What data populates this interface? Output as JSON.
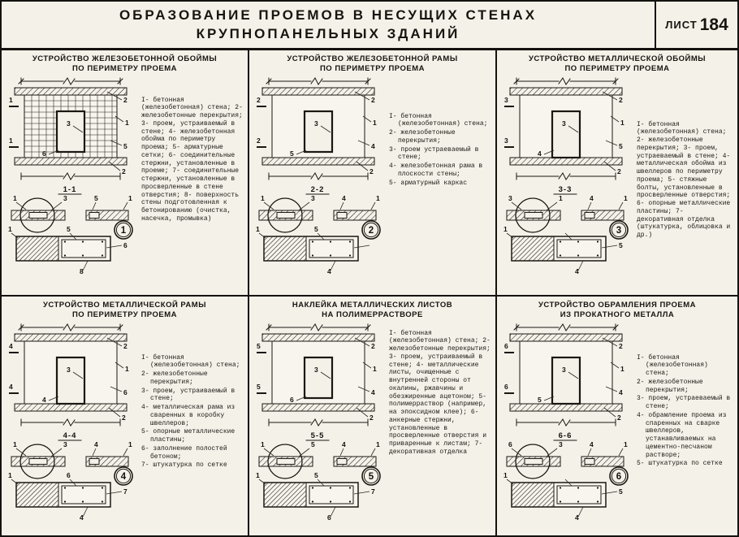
{
  "page": {
    "title_line1": "ОБРАЗОВАНИЕ ПРОЕМОВ В НЕСУЩИХ СТЕНАХ",
    "title_line2": "КРУПНОПАНЕЛЬНЫХ ЗДАНИЙ",
    "sheet_label": "ЛИСТ",
    "sheet_number": "184"
  },
  "panels": [
    {
      "number": "1",
      "title_line1": "УСТРОЙСТВО ЖЕЛЕЗОБЕТОННОЙ ОБОЙМЫ",
      "title_line2": "ПО ПЕРИМЕТРУ ПРОЕМА",
      "section_label": "1-1",
      "cut_label": "1",
      "legend_style": "flow",
      "legend_items": [
        "I- бетонная (железобетонная) стена;",
        "2- железобетонные перекрытия;",
        "3- проем, устраиваемый в стене;",
        "4- железобетонная обойма по периметру проема;",
        "5- арматурные сетки;",
        "6- соединительные стержни, установленные в проеме;",
        "7- соединительные стержни, установленные в просверленные в стене отверстия;",
        "8- поверхность стены подготовленная к бетонированию (очистка, насечка, промывка)"
      ],
      "elev_callouts": [
        "2",
        "1",
        "3",
        "5",
        "6",
        "2"
      ],
      "sect_callouts": [
        "1",
        "3",
        "5",
        "1",
        "1",
        "5",
        "6",
        "8"
      ]
    },
    {
      "number": "2",
      "title_line1": "УСТРОЙСТВО ЖЕЛЕЗОБЕТОННОЙ РАМЫ",
      "title_line2": "ПО ПЕРИМЕТРУ ПРОЕМА",
      "section_label": "2-2",
      "cut_label": "2",
      "legend_style": "list",
      "legend_items": [
        "I- бетонная (железобетонная) стена;",
        "2- железобетонные перекрытия;",
        "3- проем устраеваемый в стене;",
        "4- железобетонная рама в плоскости стены;",
        "5- арматурный каркас"
      ],
      "elev_callouts": [
        "2",
        "1",
        "3",
        "4",
        "5",
        "2"
      ],
      "sect_callouts": [
        "1",
        "3",
        "4",
        "1",
        "1",
        "5",
        "",
        "4"
      ]
    },
    {
      "number": "3",
      "title_line1": "УСТРОЙСТВО МЕТАЛЛИЧЕСКОЙ ОБОЙМЫ",
      "title_line2": "ПО ПЕРИМЕТРУ ПРОЕМА",
      "section_label": "3-3",
      "cut_label": "3",
      "legend_style": "flow",
      "legend_items": [
        "I- бетонная (железобетонная) стена;",
        "2- железобетонные перекрытия;",
        "3- проем, устраеваемый в стене;",
        "4- металлическая обойма из швеллеров по периметру проема;",
        "5- стяжные болты, установленные в просверленные отверстия;",
        "6- опорные металлические пластины;",
        "7- декоративная отделка (штукатурка, облицовка и др.)"
      ],
      "elev_callouts": [
        "2",
        "1",
        "3",
        "5",
        "4",
        "2"
      ],
      "sect_callouts": [
        "3",
        "1",
        "4",
        "1",
        "1",
        "",
        "5",
        "4"
      ]
    },
    {
      "number": "4",
      "title_line1": "УСТРОЙСТВО МЕТАЛЛИЧЕСКОЙ РАМЫ",
      "title_line2": "ПО ПЕРИМЕТРУ ПРОЕМА",
      "section_label": "4-4",
      "cut_label": "4",
      "legend_style": "list",
      "legend_items": [
        "I- бетонная (железобетонная) стена;",
        "2- железобетонные перекрытия;",
        "3- проем, устраиваемый в стене;",
        "4- металлическая рама из сваренных в коробку швеллеров;",
        "5- опорные металлические пластины;",
        "6- заполнение полостей бетоном;",
        "7- штукатурка по сетке"
      ],
      "elev_callouts": [
        "2",
        "1",
        "3",
        "6",
        "4",
        "2"
      ],
      "sect_callouts": [
        "1",
        "3",
        "4",
        "1",
        "1",
        "6",
        "7",
        "4"
      ]
    },
    {
      "number": "5",
      "title_line1": "НАКЛЕЙКА МЕТАЛЛИЧЕСКИХ ЛИСТОВ",
      "title_line2": "НА ПОЛИМЕРРАСТВОРЕ",
      "section_label": "5-5",
      "cut_label": "5",
      "legend_style": "flow",
      "legend_items": [
        "I- бетонная (железобетонная) стена;",
        "2- железобетонные перекрытия;",
        "3- проем, устраиваемый в стене;",
        "4- металлические листы, очищенные с внутренней стороны от окалины, ржавчины и обезжиренные ацетоном;",
        "5- полимерраствор (например, на эпоксидном клее);",
        "6- анкерные стержни, установленные в просверленные отверстия и приваренные к листам;",
        "7- декоративная отделка"
      ],
      "elev_callouts": [
        "2",
        "1",
        "3",
        "4",
        "6",
        "2"
      ],
      "sect_callouts": [
        "1",
        "5",
        "4",
        "1",
        "1",
        "5",
        "7",
        "6"
      ]
    },
    {
      "number": "6",
      "title_line1": "УСТРОЙСТВО ОБРАМЛЕНИЯ ПРОЕМА",
      "title_line2": "ИЗ ПРОКАТНОГО МЕТАЛЛА",
      "section_label": "6-6",
      "cut_label": "6",
      "legend_style": "list",
      "legend_items": [
        "I- бетонная (железобетонная) стена;",
        "2- железобетонные перекрытия;",
        "3- проем, устраеваемый в стене;",
        "4- обрамление проема из спаренных на сварке швеллеров, устанавливаемых на цементно-песчаном растворе;",
        "5- штукатурка по сетке"
      ],
      "elev_callouts": [
        "2",
        "1",
        "3",
        "4",
        "5",
        "2"
      ],
      "sect_callouts": [
        "6",
        "3",
        "4",
        "1",
        "1",
        "",
        "5",
        "4"
      ]
    }
  ]
}
